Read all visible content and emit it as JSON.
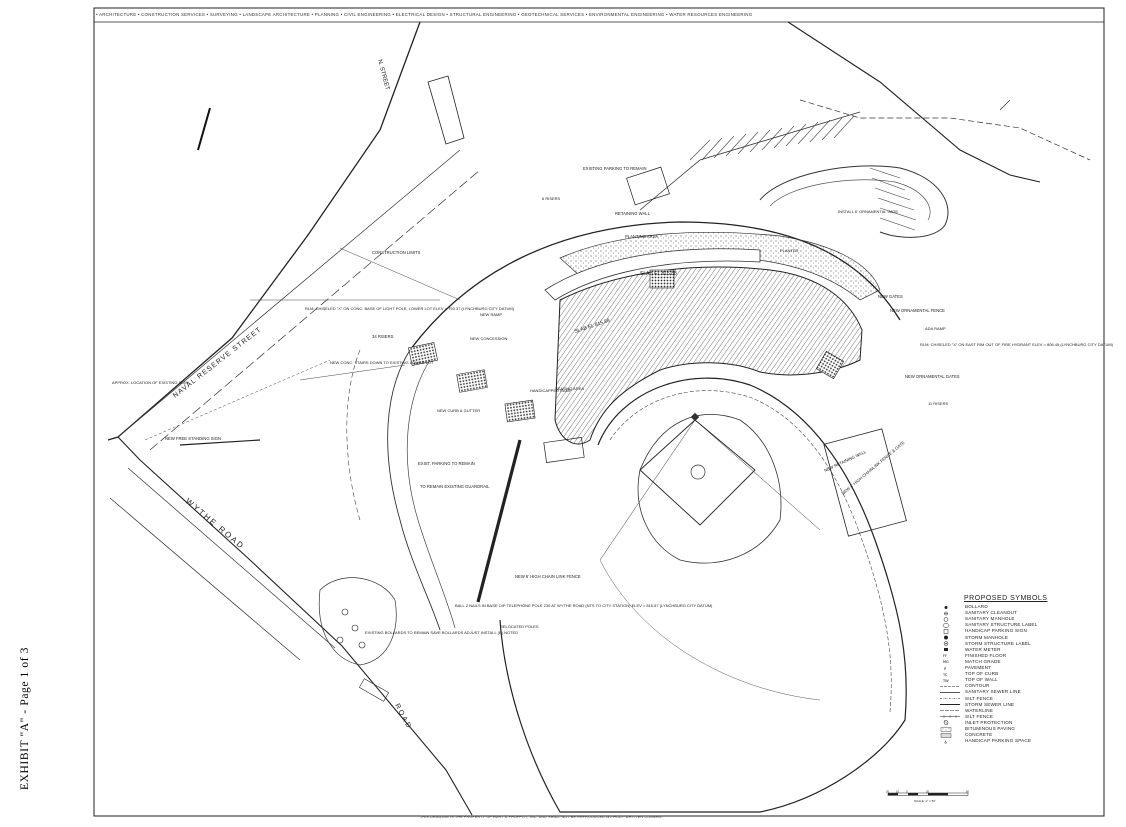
{
  "sheet": {
    "header_strip": "• ARCHITECTURE • CONSTRUCTION SERVICES • SURVEYING • LANDSCAPE ARCHITECTURE • PLANNING • CIVIL ENGINEERING • ELECTRICAL DESIGN • STRUCTURAL ENGINEERING • GEOTECHNICAL SERVICES • ENVIRONMENTAL ENGINEERING • WATER RESOURCES ENGINEERING",
    "side_label": "EXHIBIT \"A\" - Page 1 of 3",
    "footer_strip": "THIS DRAWING IS THE PROPERTY OF HURT & PROFFITT, INC. AND SHALL NOT BE REPRODUCED WITHOUT WRITTEN CONSENT"
  },
  "streets": {
    "naval_reserve": "NAVAL RESERVE STREET",
    "wythe_road": "WYTHE ROAD",
    "road_lower": "ROAD",
    "north_street": "N. STREET"
  },
  "labels": {
    "existing_parking_robam": "EXISTING PARKING TO REMAIN",
    "retaining_wall": "RETAINING WALL",
    "planting_area": "PLANTING AREA",
    "slab_upper": "SLAB EL 815.88",
    "slab_main": "SLAB EL 815.88",
    "new_ornamental_fence": "NEW ORNAMENTAL FENCE",
    "new_ornamental_gates": "NEW ORNAMENTAL GATES",
    "new_gates": "NEW GATES",
    "construction_limits": "CONSTRUCTION LIMITS",
    "light_pole": "RLM: CHISELED \"X\" ON CONC. BASE OF LIGHT POLE, LOWER LOT ELEV = 793.37 (LYNCHBURG CITY DATUM)",
    "riser_34": "34 RISERS",
    "new_conc_steps": "NEW CONC. STAIRS DOWN TO EXISTING LOWER LOT",
    "new_free_standing_sign": "NEW FREE STANDING SIGN",
    "exist_parking_remain": "EXIST. PARKING TO REMAIN",
    "to_remain_existing_guardrail": "TO REMAIN EXISTING GUARDRAIL",
    "new_6_chain_link": "NEW 6' HIGH CHAIN LINK FENCE",
    "new_4_chain_link": "NEW 4' HIGH CHAINLINK FENCE & GATE",
    "new_retaining_wall": "NEW RETAINING WALL",
    "rlm_chiseled": "RLM: CHISELED \"X\" ON EAST RIM OUT OF FIRE HYDRANT ELEV = 808.49 (LYNCHBURG CITY DATUM)",
    "handicapped_ramp": "HANDICAPPED RAMP",
    "ada_ramp": "ADA RAMP",
    "new_concession": "NEW CONCESSION",
    "new_ramp": "NEW RAMP",
    "new_curb_gutter": "NEW CURB & GUTTER",
    "eleven_risers": "11 RISERS",
    "planter": "PLANTER",
    "seating_area": "SEATING AREA",
    "relocated_poles": "RELOCATED POLES",
    "ball_2_nails": "BALL 2 NAILS IN BASE O/P TELEPHONE POLE 230 AT WYTHE ROAD (NTS TO CITY STATION) ELEV = 815.57 (LYNCHBURG CITY DATUM)",
    "save_bollards": "EXISTING BOLLARDS TO REMAIN SAVE BOLLARDS ADJUST INSTALL (B) NOTED",
    "approx_loc_sign": "APPROX. LOCATION OF EXISTING SIGN",
    "six_risers": "6 RISERS",
    "install_6_ornamental": "INSTALL 6' ORNAMENTAL GATE"
  },
  "legend": {
    "title": "PROPOSED SYMBOLS",
    "items": [
      {
        "icon": "bollard-symbol",
        "label": "BOLLARD"
      },
      {
        "icon": "sanitary-cleanout-symbol",
        "label": "SANITARY CLEANOUT"
      },
      {
        "icon": "sanitary-manhole-symbol",
        "label": "SANITARY MANHOLE"
      },
      {
        "icon": "sanitary-structure-label-symbol",
        "label": "SANITARY STRUCTURE LABEL"
      },
      {
        "icon": "handicap-parking-sign-symbol",
        "label": "HANDICAP PARKING SIGN"
      },
      {
        "icon": "storm-manhole-symbol",
        "label": "STORM MANHOLE"
      },
      {
        "icon": "storm-structure-label-symbol",
        "label": "STORM STRUCTURE LABEL"
      },
      {
        "icon": "water-meter-symbol",
        "label": "WATER METER"
      },
      {
        "icon": "finished-floor-symbol",
        "label": "FINISHED FLOOR"
      },
      {
        "icon": "match-grade-symbol",
        "label": "MATCH GRADE"
      },
      {
        "icon": "pavement-symbol",
        "label": "PAVEMENT"
      },
      {
        "icon": "top-of-curb-symbol",
        "label": "TOP OF CURB"
      },
      {
        "icon": "top-of-wall-symbol",
        "label": "TOP OF WALL"
      },
      {
        "icon": "contour-symbol",
        "label": "CONTOUR"
      },
      {
        "icon": "sanitary-sewer-line-symbol",
        "label": "SANITARY SEWER LINE"
      },
      {
        "icon": "silt-fence-symbol",
        "label": "SILT FENCE"
      },
      {
        "icon": "storm-sewer-line-symbol",
        "label": "STORM SEWER LINE"
      },
      {
        "icon": "waterline-symbol",
        "label": "WATERLINE"
      },
      {
        "icon": "silt-fence-2-symbol",
        "label": "SILT FENCE"
      },
      {
        "icon": "inlet-protection-symbol",
        "label": "INLET PROTECTION"
      },
      {
        "icon": "bituminous-paving-symbol",
        "label": "BITUMINOUS PAVING"
      },
      {
        "icon": "concrete-symbol",
        "label": "CONCRETE"
      },
      {
        "icon": "handicap-parking-space-symbol",
        "label": "HANDICAP PARKING SPACE"
      }
    ]
  },
  "scale": {
    "ticks": [
      "20",
      "10",
      "0",
      "20",
      "50"
    ],
    "caption": "SCALE: 1\" = 50'"
  },
  "colors": {
    "ink": "#222222",
    "hatch": "#555555",
    "paper": "#ffffff"
  }
}
